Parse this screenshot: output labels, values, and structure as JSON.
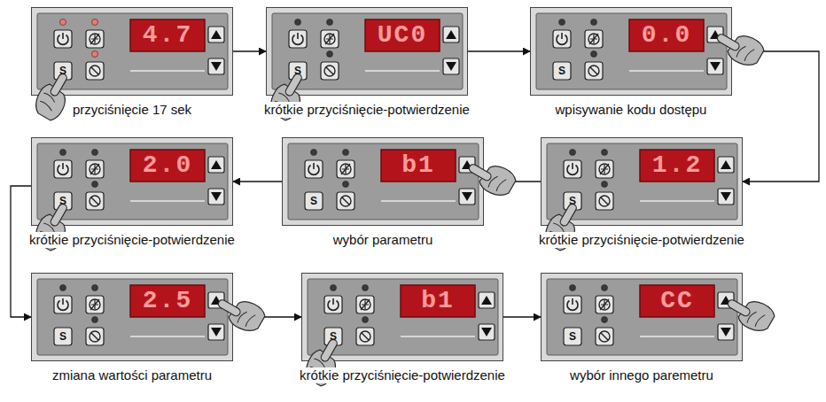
{
  "diagram": {
    "nodes": [
      {
        "text": [
          "4.7",
          "S",
          "przyciśnięcie 17 sek"
        ]
      },
      {
        "text": [
          "UC0",
          "S",
          "krótkie przyciśnięcie-potwierdzenie"
        ]
      },
      {
        "text": [
          "0.0",
          "S",
          "wpisywanie kodu dostępu"
        ]
      },
      {
        "text": [
          "2.0",
          "S",
          "krótkie przyciśnięcie-potwierdzenie"
        ]
      },
      {
        "text": [
          "b1",
          "S",
          "wybór parametru"
        ]
      },
      {
        "text": [
          "1.2",
          "S",
          "krótkie przyciśnięcie-potwierdzenie"
        ]
      },
      {
        "text": [
          "2.5",
          "S",
          "zmiana wartości parametru"
        ]
      },
      {
        "text": [
          "b1",
          "S",
          "krótkie przyciśnięcie-potwierdzenie"
        ]
      },
      {
        "text": [
          "CC",
          "S",
          "wybór innego paremetru"
        ]
      }
    ],
    "edges": [
      {
        "from": 0,
        "to": 1,
        "arrow": "to"
      },
      {
        "from": 1,
        "to": 2,
        "arrow": "to"
      },
      {
        "from": 2,
        "to": 5,
        "arrow": "to"
      },
      {
        "from": 5,
        "to": 4,
        "arrow": "to"
      },
      {
        "from": 4,
        "to": 3,
        "arrow": "to"
      },
      {
        "from": 3,
        "to": 6,
        "arrow": "to"
      },
      {
        "from": 6,
        "to": 7,
        "arrow": "to"
      },
      {
        "from": 7,
        "to": 8,
        "arrow": "to"
      }
    ]
  }
}
